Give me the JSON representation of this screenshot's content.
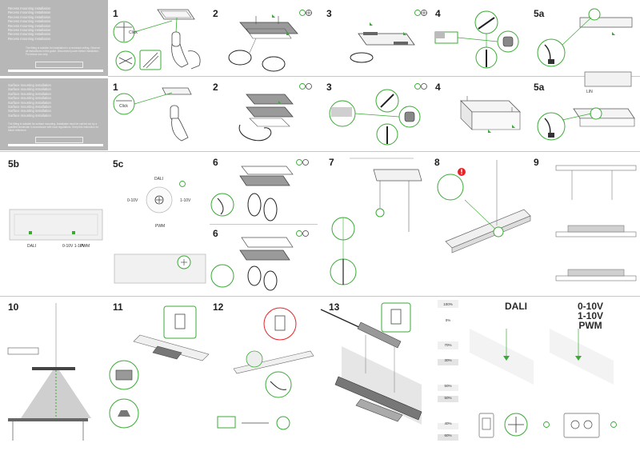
{
  "sidebar": {
    "top": {
      "titles": [
        "Recess mounting installation",
        "Recess mounting installation",
        "Recess mounting installation",
        "Recess mounting installation",
        "Recess mounting installation",
        "Recess mounting installation",
        "Recess mounting installation",
        "Recess mounting installation"
      ],
      "notes": "The fitting is suitable for installation in a recessed ceiling. Observe all instructions in this guide. Disconnect power before installation. For indoor use only."
    },
    "middle": {
      "titles": [
        "Surface mounting installation",
        "Surface mounting installation",
        "Surface mounting installation",
        "Surface mounting installation",
        "Surface mounting installation",
        "Surface mounting installation",
        "Surface mounting installation",
        "Surface mounting installation"
      ],
      "notes": "The fitting is suitable for surface mounting. Installation must be carried out by a qualified electrician in accordance with local regulations. Keep this instruction for future reference."
    }
  },
  "steps": {
    "r1": [
      "1",
      "2",
      "3",
      "4",
      "5a"
    ],
    "r2": [
      "1",
      "2",
      "3",
      "4",
      "5a"
    ],
    "r3": [
      "5b",
      "5c",
      "6",
      "6",
      "7",
      "8",
      "9"
    ],
    "r4": [
      "10",
      "11",
      "12",
      "13"
    ]
  },
  "labels": {
    "dali": "DALI",
    "analog": "0-10V\n1-10V",
    "pwm": "PWM",
    "dial_dali": "DALI",
    "dial_0_10": "0-10V",
    "dial_1_10": "1-10V",
    "dial_pwm": "PWM",
    "click": "Click",
    "lin": "LIN"
  },
  "dimming": {
    "levels": [
      "100%",
      "0%",
      "70%",
      "30%",
      "50%",
      "50%",
      "40%",
      "60%"
    ],
    "headers": [
      "DALI",
      "0-10V",
      "1-10V",
      "PWM"
    ]
  },
  "colors": {
    "accent": "#3aaa35",
    "warning": "#e8222a",
    "sidebar": "#b7b7b7"
  },
  "icons": [
    "rotate-icon",
    "crosshair-icon",
    "warning-icon",
    "arrow-up-icon"
  ]
}
